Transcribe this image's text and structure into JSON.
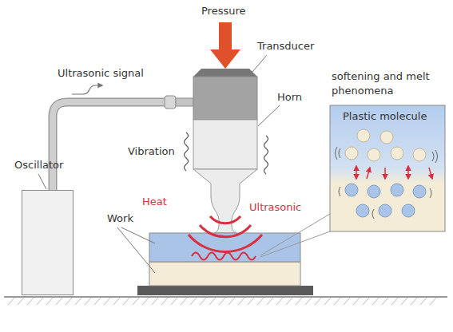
{
  "diagram": {
    "nodes": [
      {
        "text": [
          "Oscillator"
        ]
      },
      {
        "text": [
          "softening and melt phenomena",
          "Plastic molecule"
        ]
      }
    ],
    "labels": [
      "Pressure",
      "Transducer",
      "Ultrasonic signal",
      "Horn",
      "Vibration",
      "Heat",
      "Ultrasonic",
      "Work"
    ]
  }
}
